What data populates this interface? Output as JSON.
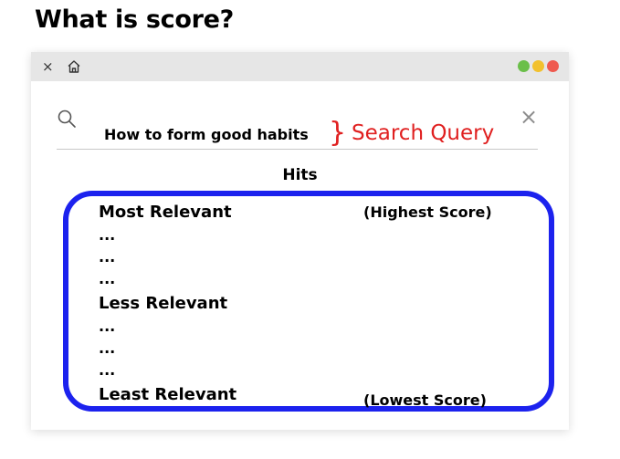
{
  "page": {
    "title": "What is score?"
  },
  "window": {
    "close_glyph": "×",
    "home_icon": "home-icon",
    "dots": [
      {
        "name": "green-dot",
        "color": "#6bbf4a"
      },
      {
        "name": "yellow-dot",
        "color": "#f2c12e"
      },
      {
        "name": "red-dot",
        "color": "#ef5a4f"
      }
    ]
  },
  "search": {
    "text": "How to form good habits",
    "brace": "}",
    "annotation": "Search Query",
    "annotation_color": "#e02020",
    "clear_glyph": "×"
  },
  "hits": {
    "title": "Hits",
    "box_color": "#1c22ee",
    "most": "Most Relevant",
    "less": "Less Relevant",
    "least": "Least Relevant",
    "ellipsis": "...",
    "highest": "(Highest Score)",
    "lowest": "(Lowest Score)"
  }
}
